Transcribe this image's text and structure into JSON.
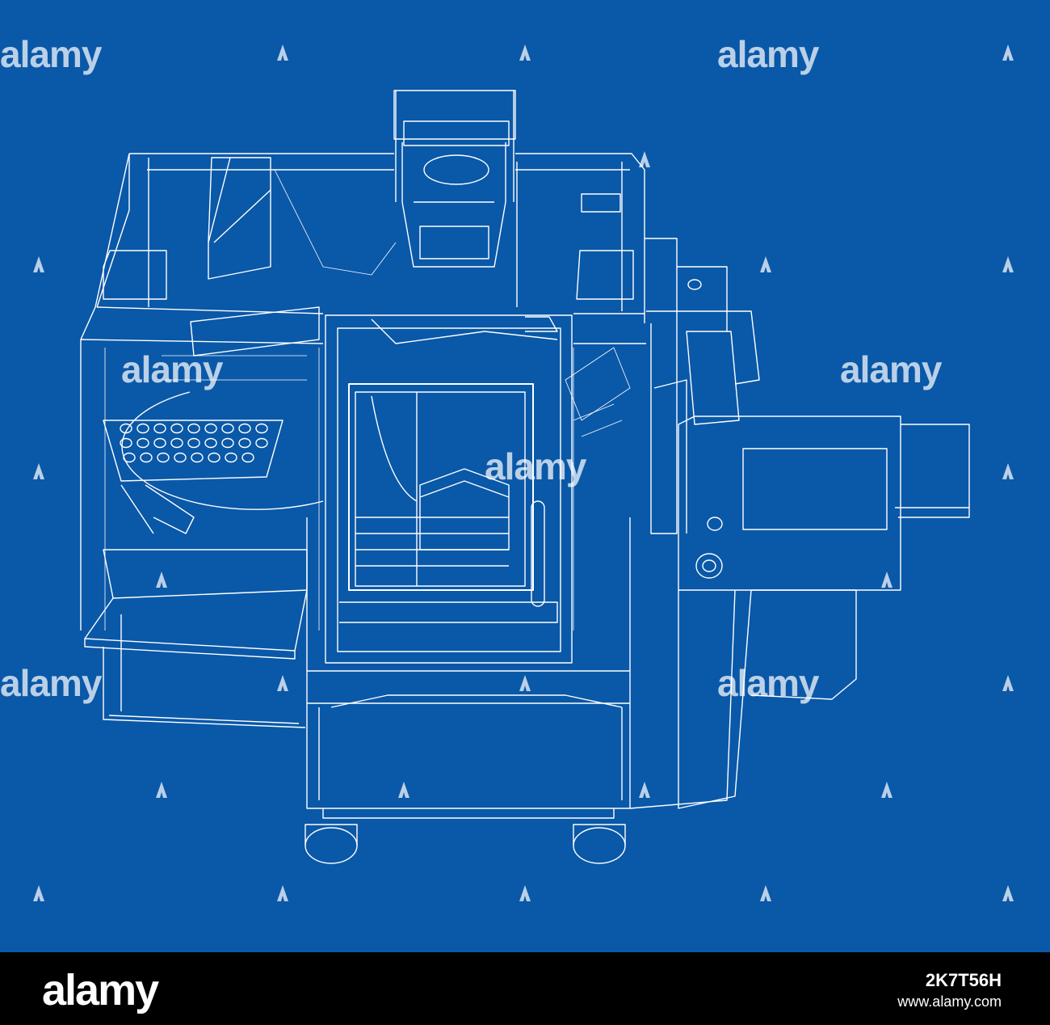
{
  "colors": {
    "background": "#0a58a8",
    "linework": "#ffffff",
    "footer": "#000000"
  },
  "watermark": {
    "text": "alamy"
  },
  "footer": {
    "logo": "alamy",
    "image_id": "2K7T56H",
    "url": "www.alamy.com"
  }
}
